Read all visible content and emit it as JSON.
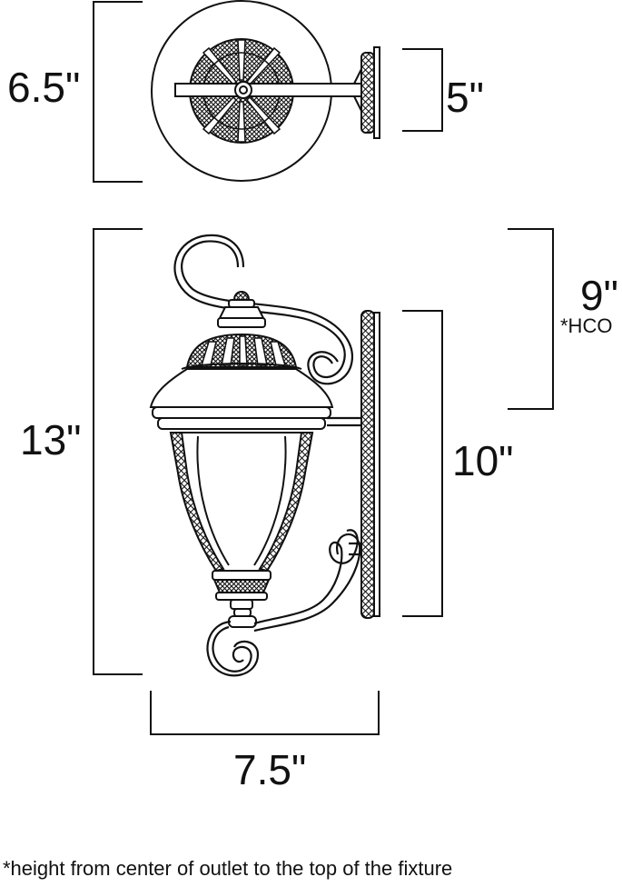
{
  "colors": {
    "ink": "#111111",
    "background": "#ffffff"
  },
  "dimensions": {
    "top_view_diameter": "6.5\"",
    "backplate_width_top_view": "5\"",
    "fixture_height": "13\"",
    "height_from_center_of_outlet": "9\"",
    "hco_marker": "*HCO",
    "backplate_height": "10\"",
    "fixture_width": "7.5\""
  },
  "footnote": "*height from center of outlet to the top of the fixture"
}
